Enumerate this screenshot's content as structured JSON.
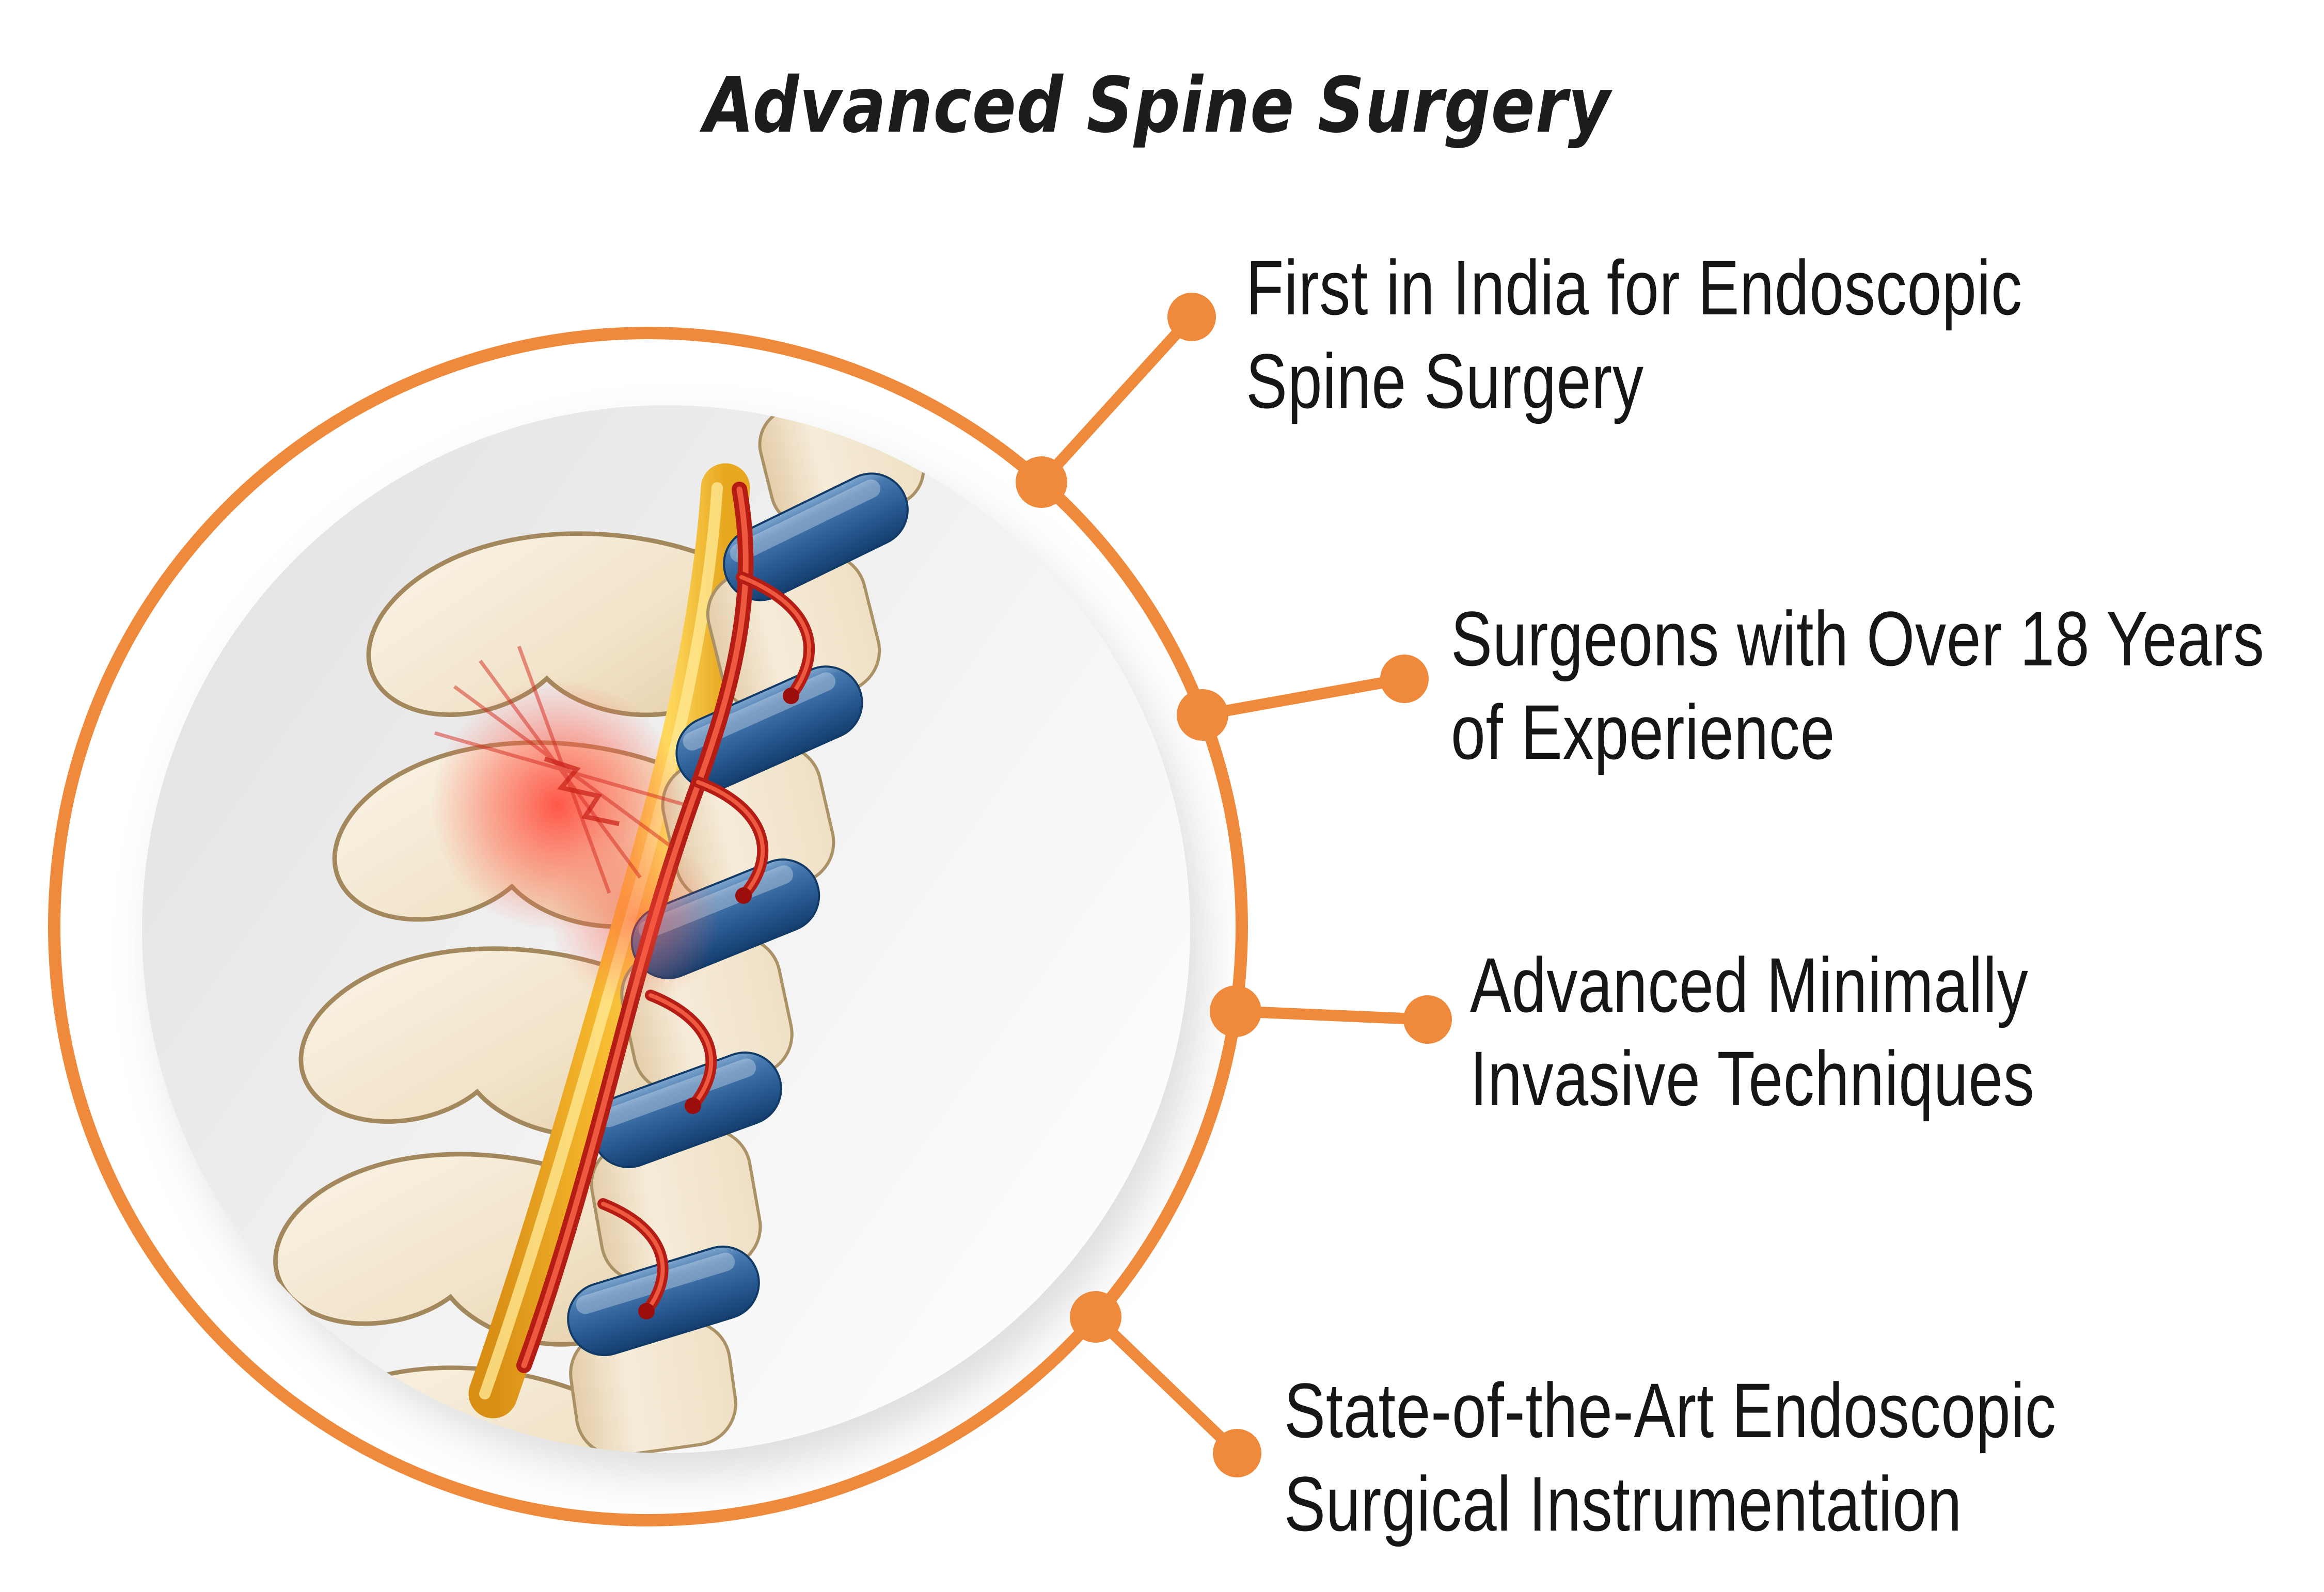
{
  "title": "Advanced Spine Surgery",
  "colors": {
    "accent": "#EF8A3C",
    "text": "#161616",
    "title": "#1C1C1C",
    "background": "#FFFFFF",
    "disc_gray": "#E6E6E6",
    "bone": "#F2E6D0",
    "disc_blue": "#2C5F97",
    "cord_yellow": "#F5B72D",
    "artery_red": "#C8231C",
    "pain_red": "#FF4A3C"
  },
  "callouts": [
    {
      "lines": [
        "First in India for Endoscopic",
        "Spine Surgery"
      ]
    },
    {
      "lines": [
        "Surgeons with Over 18 Years",
        "of Experience"
      ]
    },
    {
      "lines": [
        "Advanced Minimally",
        "Invasive Techniques"
      ]
    },
    {
      "lines": [
        "State-of-the-Art Endoscopic",
        "Surgical Instrumentation"
      ]
    }
  ],
  "icons": {
    "connector_dot": "filled-circle",
    "illustration": "spine-anatomy-in-circle"
  }
}
